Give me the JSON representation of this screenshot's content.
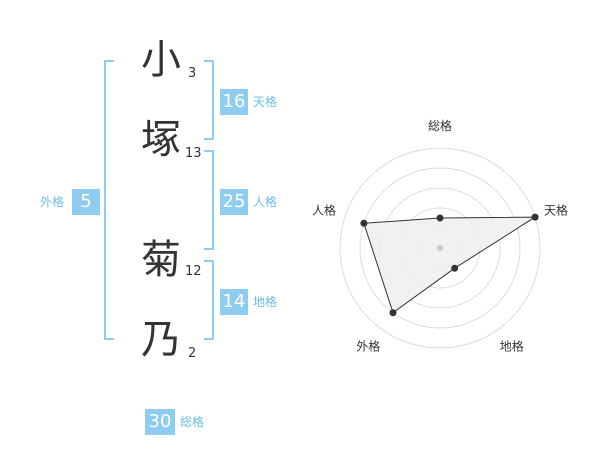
{
  "name": {
    "chars": [
      {
        "char": "小",
        "strokes": "3"
      },
      {
        "char": "塚",
        "strokes": "13"
      },
      {
        "char": "菊",
        "strokes": "12"
      },
      {
        "char": "乃",
        "strokes": "2"
      }
    ]
  },
  "fortune": {
    "tenkaku": {
      "value": "16",
      "label": "天格"
    },
    "jinkaku": {
      "value": "25",
      "label": "人格"
    },
    "chikaku": {
      "value": "14",
      "label": "地格"
    },
    "gaikaku": {
      "value": "5",
      "label": "外格"
    },
    "soukaku": {
      "value": "30",
      "label": "総格"
    }
  },
  "colors": {
    "accent": "#8ecdf0",
    "accent_text": "#6cbce8"
  },
  "chart_data": {
    "type": "radar",
    "axes": [
      "総格",
      "天格",
      "地格",
      "外格",
      "人格"
    ],
    "values": [
      0.3,
      1.0,
      0.25,
      0.8,
      0.8
    ],
    "range": [
      0,
      1
    ],
    "rings": 5
  }
}
